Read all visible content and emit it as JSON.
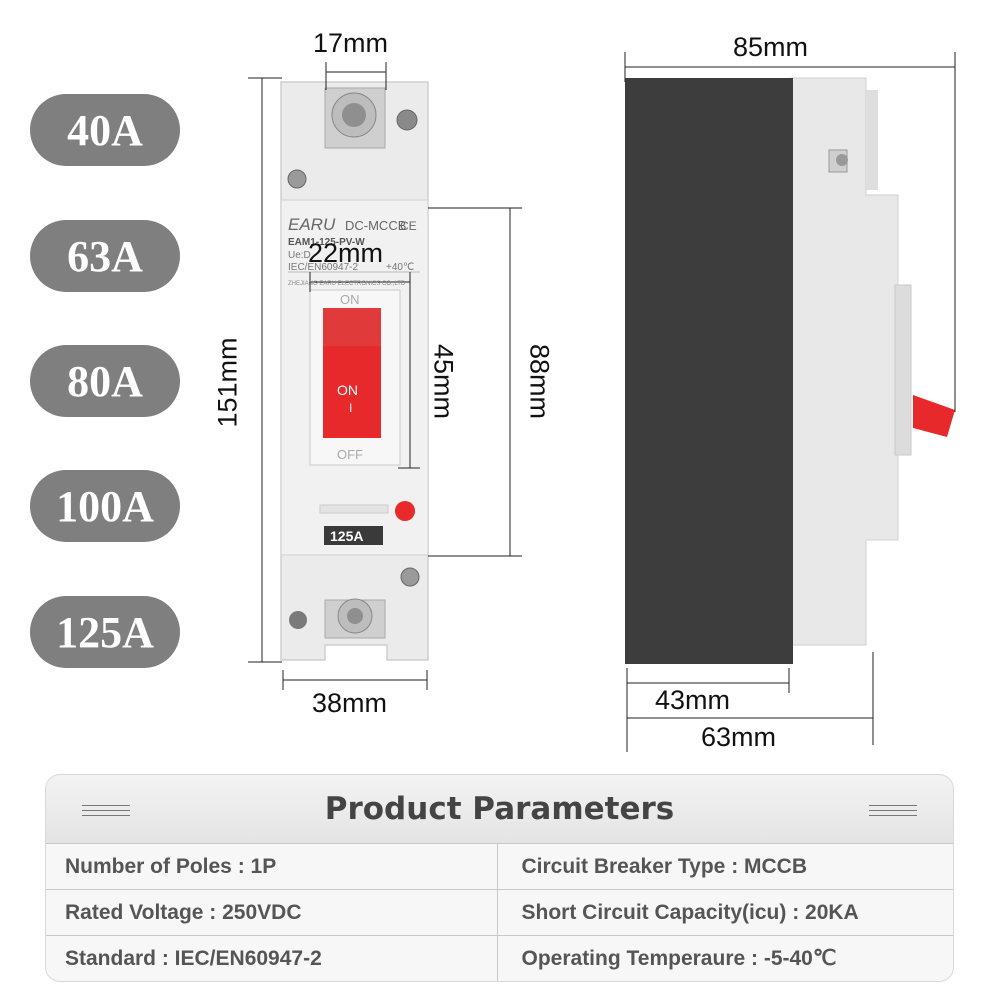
{
  "ratings": [
    "40A",
    "63A",
    "80A",
    "100A",
    "125A"
  ],
  "front_view": {
    "brand": "EARU",
    "product_type": "DC-MCCB",
    "model": "EAM1-125-PV-W",
    "ue_text": "Ue:D",
    "standard_text": "IEC/EN60947-2",
    "temp_text": "+40℃",
    "manufacturer": "ZHEJIANG EARU ELECTRONICS CO.,LTD",
    "ce_mark": "CE",
    "on_label": "ON",
    "off_label": "OFF",
    "toggle_on": "ON",
    "toggle_symbol": "I",
    "rating_plate": "125A"
  },
  "dimensions": {
    "top_width": "17mm",
    "toggle_width": "22mm",
    "total_height": "151mm",
    "toggle_height": "45mm",
    "cover_height": "88mm",
    "base_width": "38mm",
    "side_depth": "85mm",
    "cover_depth": "43mm",
    "body_depth": "63mm"
  },
  "parameters": {
    "title": "Product Parameters",
    "rows": [
      [
        "Number of Poles : 1P",
        "Circuit Breaker Type : MCCB"
      ],
      [
        "Rated Voltage : 250VDC",
        "Short Circuit Capacity(icu) : 20KA"
      ],
      [
        "Standard : IEC/EN60947-2",
        "Operating Temperaure : -5-40℃"
      ]
    ]
  },
  "colors": {
    "badge": "#7f7f7f",
    "housing": "#e6e6e6",
    "cover_dark": "#3d3d3d",
    "toggle_red": "#e8292c"
  }
}
